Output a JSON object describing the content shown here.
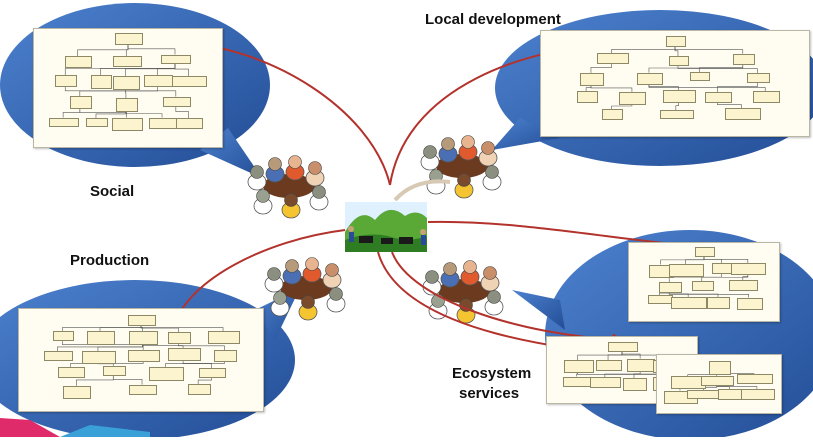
{
  "colors": {
    "bubble_fill": "#2f5fae",
    "bubble_fill_light": "#4d82cf",
    "arrow": "#b3322c",
    "panel": "#fffdf2",
    "uml_box": "#fbf4cf"
  },
  "labels": {
    "social": "Social",
    "local_development": "Local development",
    "production": "Production",
    "ecosystem_services_line1": "Ecosystem",
    "ecosystem_services_line2": "services"
  },
  "groups": [
    {
      "name": "social",
      "icon": "meeting-group-icon"
    },
    {
      "name": "local-development",
      "icon": "meeting-group-icon"
    },
    {
      "name": "production",
      "icon": "meeting-group-icon"
    },
    {
      "name": "ecosystem-services",
      "icon": "meeting-group-icon"
    }
  ],
  "center_icon": "farm-landscape-icon"
}
